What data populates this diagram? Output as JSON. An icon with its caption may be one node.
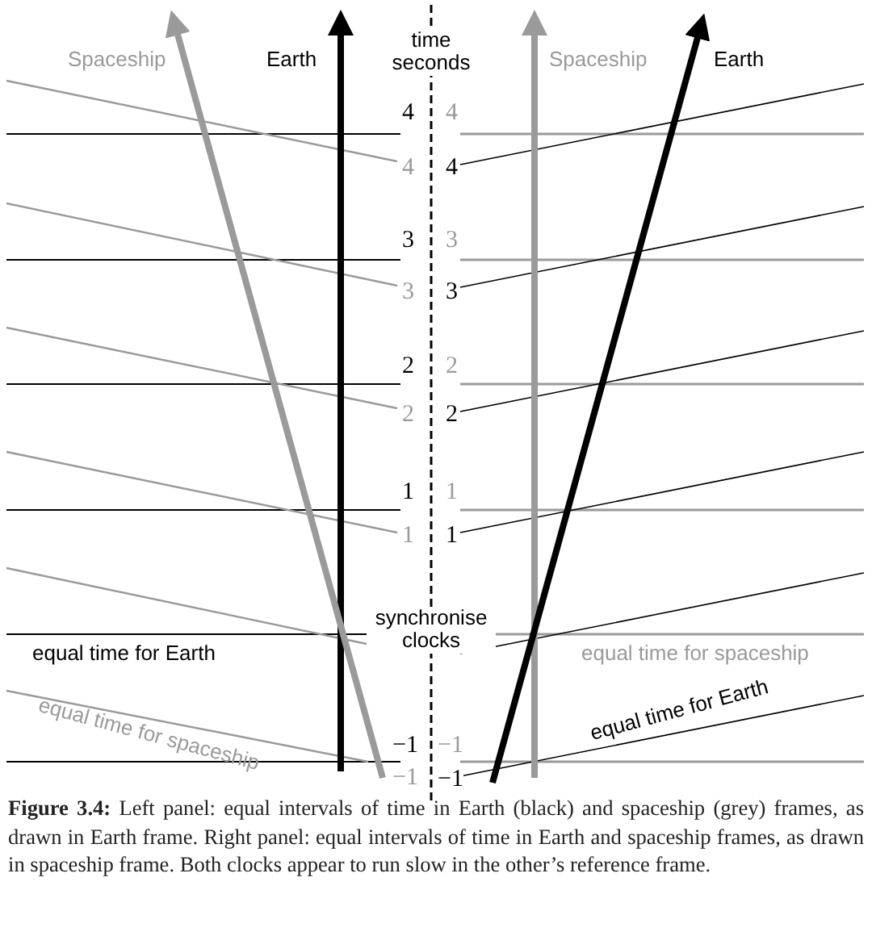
{
  "diagram": {
    "caption": "**Figure 3.4:** Left panel: equal intervals of time in Earth (black) and spaceship (grey) frames, as drawn in Earth frame. Right panel: equal intervals of time in Earth and spaceship frames, as drawn in spaceship frame. Both clocks appear to run slow in the other’s reference frame.",
    "labels": [
      "Spaceship",
      "Earth",
      "time seconds",
      "Spaceship",
      "Earth",
      "4",
      "4",
      "4",
      "4",
      "3",
      "3",
      "3",
      "3",
      "2",
      "2",
      "2",
      "2",
      "1",
      "1",
      "1",
      "1",
      "synchronise clocks",
      "equal time for Earth",
      "equal time for spaceship",
      "equal time for spaceship",
      "equal time for Earth",
      "−1",
      "−1",
      "−1",
      "−1"
    ]
  }
}
